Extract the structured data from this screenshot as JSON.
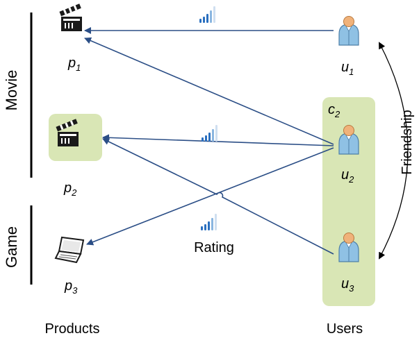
{
  "categories": {
    "movie": "Movie",
    "game": "Game"
  },
  "products": [
    {
      "id": "p1",
      "base": "p",
      "sub": "1",
      "icon": "movie-clapperboard-icon",
      "highlighted": false
    },
    {
      "id": "p2",
      "base": "p",
      "sub": "2",
      "icon": "movie-clapperboard-icon",
      "highlighted": true
    },
    {
      "id": "p3",
      "base": "p",
      "sub": "3",
      "icon": "laptop-icon",
      "highlighted": false
    }
  ],
  "users": [
    {
      "id": "u1",
      "base": "u",
      "sub": "1",
      "icon": "user-icon"
    },
    {
      "id": "u2",
      "base": "u",
      "sub": "2",
      "icon": "user-icon"
    },
    {
      "id": "u3",
      "base": "u",
      "sub": "3",
      "icon": "user-icon"
    }
  ],
  "community": {
    "base": "c",
    "sub": "2"
  },
  "edges": [
    {
      "from": "u1",
      "to": "p1"
    },
    {
      "from": "u2",
      "to": "p1"
    },
    {
      "from": "u2",
      "to": "p2"
    },
    {
      "from": "u3",
      "to": "p2"
    },
    {
      "from": "u2",
      "to": "p3"
    }
  ],
  "labels": {
    "rating": "Rating",
    "friendship": "Friendship",
    "products": "Products",
    "users": "Users"
  },
  "colors": {
    "edge": "#2b4e86",
    "highlight": "#d9e6b5",
    "user_body": "#8fc1e4",
    "user_head": "#f0b27a",
    "signal": "#2a6fbf"
  }
}
